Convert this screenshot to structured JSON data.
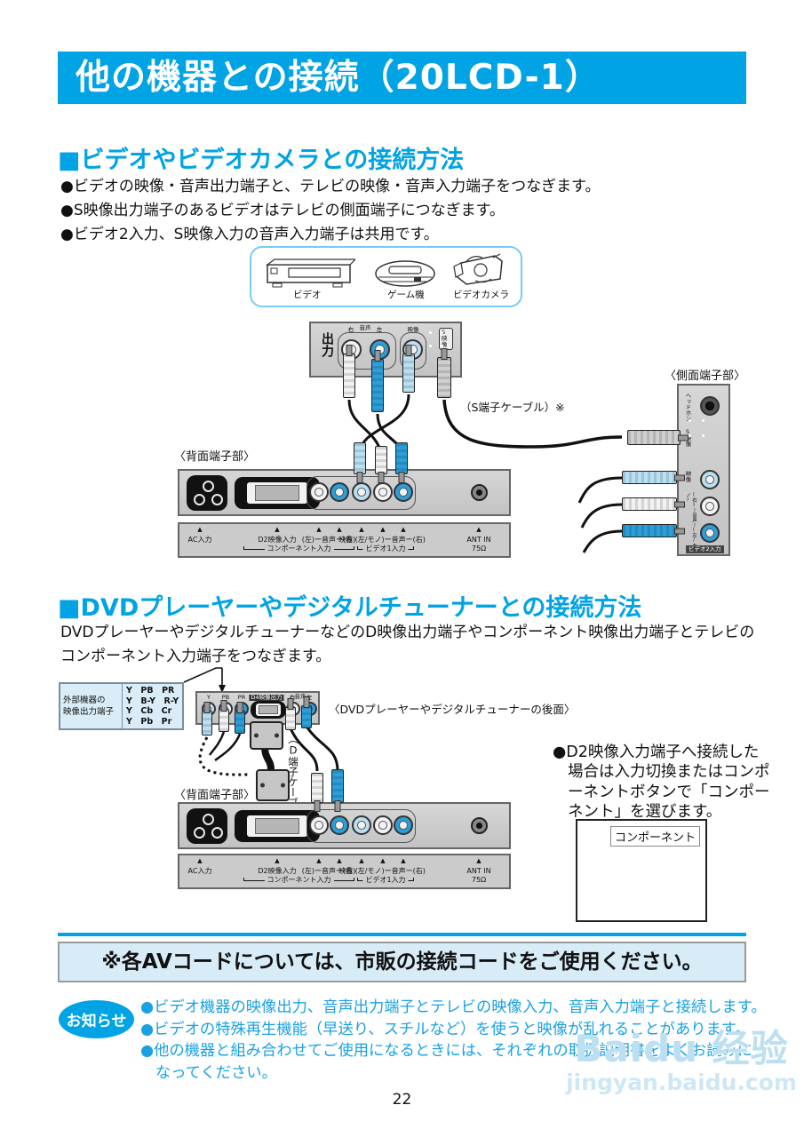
{
  "header": {
    "title": "他の機器との接続（20LCD-1）"
  },
  "section1": {
    "heading": "■ビデオやビデオカメラとの接続方法",
    "bullets": [
      "●ビデオの映像・音声出力端子と、テレビの映像・音声入力端子をつなぎます。",
      "●S映像出力端子のあるビデオはテレビの側面端子につなぎます。",
      "●ビデオ2入力、S映像入力の音声入力端子は共用です。"
    ],
    "devices": {
      "vcr": "ビデオ",
      "game_console": "ゲーム機",
      "camcorder": "ビデオカメラ"
    },
    "output_panel": {
      "output": "出力",
      "right": "右",
      "audio": "音声",
      "left": "左",
      "video": "映像",
      "s_video": "S映像"
    },
    "s_cable_label": "（S端子ケーブル）※",
    "side_panel": {
      "caption": "〈側面端子部〉",
      "headphone": "ヘッドホン",
      "s_video": "S映像",
      "video": "映像",
      "audio": "(右)ー音声ー(左/モノ)",
      "video2_input": "ビデオ2入力"
    },
    "back_panel_caption": "〈背面端子部〉"
  },
  "back_panel": {
    "ac_input": "AC入力",
    "d2_video_input": "D2映像入力",
    "audio_lr": "(左)ー音声ー(右)",
    "video_mono_audio": "映像 (左/モノ)ー音声ー(右)",
    "ant_in": "ANT IN",
    "ant_ohm": "75Ω",
    "component_input": "コンポーネント入力",
    "video1_input": "ビデオ1入力"
  },
  "section2": {
    "heading": "■DVDプレーヤーやデジタルチューナーとの接続方法",
    "body": [
      "DVDプレーヤーやデジタルチューナーなどのD映像出力端子やコンポーネント映像出力端子とテレビの",
      "コンポーネント入力端子をつなぎます。"
    ],
    "table": {
      "header_line1": "外部機器の",
      "header_line2": "映像出力端子",
      "rows": [
        "Y　PB　PR",
        "Y　B-Y　R-Y",
        "Y　Cb　Cr",
        "Y　Pb　Pr"
      ]
    },
    "dvd_panel": {
      "y": "Y",
      "pb": "PB",
      "pr": "PR",
      "d4_output": "D4映像出力",
      "right": "右",
      "audio": "音声",
      "left": "左"
    },
    "dvd_caption": "〈DVDプレーヤーやデジタルチューナーの後面〉",
    "d_cable_label": "（D端子ケーブル）※",
    "back_panel_caption": "〈背面端子部〉",
    "d2_note": [
      "●D2映像入力端子へ接続した",
      "場合は入力切換またはコンポ",
      "ーネントボタンで「コンポー",
      "ネント」を選びます。"
    ],
    "screen_button": "コンポーネント"
  },
  "note_bar": "※各AVコードについては、市販の接続コードをご使用ください。",
  "notice": {
    "badge": "お知らせ",
    "bullets": [
      "●ビデオ機器の映像出力、音声出力端子とテレビの映像入力、音声入力端子と接続します。",
      "●ビデオの特殊再生機能（早送り、スチルなど）を使うと映像が乱れることがあります。",
      "●他の機器と組み合わせてご使用になるときには、それぞれの取扱説明書をよくお読みに",
      "なってください。"
    ]
  },
  "watermark": {
    "brand": "Baidu",
    "brand_suffix": "经验",
    "url": "jingyan.baidu.com"
  },
  "page_number": "22"
}
